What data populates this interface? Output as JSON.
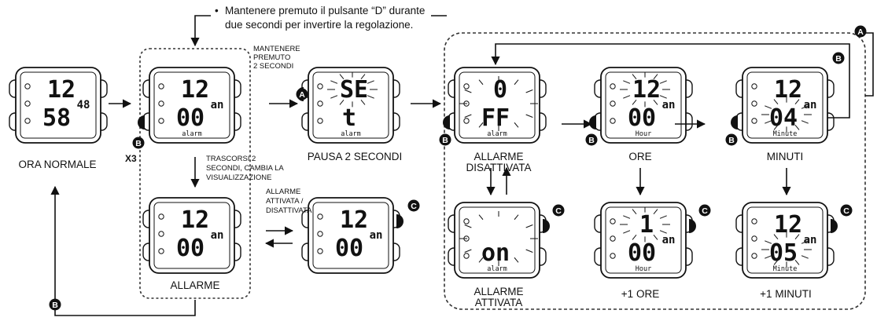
{
  "note": {
    "bullet": "•",
    "line1": "Mantenere premuto il pulsante “D” durante",
    "line2": "due secondi per invertire la regolazione."
  },
  "buttons": {
    "a": "A",
    "b": "B",
    "c": "C",
    "times3": "X3"
  },
  "steps": {
    "normal": "ORA NORMALE",
    "alarm": "ALLARME",
    "pause": "PAUSA 2 SECONDI",
    "hold": [
      "MANTENERE",
      "PREMUTO",
      "2 SECONDI"
    ],
    "after": [
      "TRASCORSI 2",
      "SECONDI, CAMBIA LA",
      "VISUALIZZAZIONE"
    ],
    "onoff": [
      "ALLARME",
      "ATTIVATA /",
      "DISATTIVATA"
    ],
    "alarm_off": [
      "ALLARME",
      "DISATTIVATA"
    ],
    "alarm_on": [
      "ALLARME",
      "ATTIVATA"
    ],
    "hours": "ORE",
    "minutes": "MINUTI",
    "plus_hours": "+1 ORE",
    "plus_minutes": "+1 MINUTI"
  },
  "displays": {
    "w1": {
      "top": "12",
      "bottom": "58",
      "side": "48",
      "sub": ""
    },
    "w2": {
      "top": "12",
      "bottom": "00",
      "side": "an",
      "sub": "alarm"
    },
    "w3": {
      "top": "12",
      "bottom": "00",
      "side": "an",
      "sub": ""
    },
    "w4": {
      "top": "SE",
      "bottom": "t",
      "side": "",
      "sub": "alarm"
    },
    "w5": {
      "top": "12",
      "bottom": "00",
      "side": "an",
      "sub": ""
    },
    "w6": {
      "top": "0",
      "bottom": "FF",
      "side": "",
      "sub": "alarm"
    },
    "w7": {
      "top": "",
      "bottom": "on",
      "side": "",
      "sub": "alarm"
    },
    "w8": {
      "top": "12",
      "bottom": "00",
      "side": "an",
      "sub": "Hour"
    },
    "w9": {
      "top": "1",
      "bottom": "00",
      "side": "an",
      "sub": "Hour"
    },
    "w10": {
      "top": "12",
      "bottom": "04",
      "side": "an",
      "sub": "Minute"
    },
    "w11": {
      "top": "12",
      "bottom": "05",
      "side": "an",
      "sub": "Minute"
    }
  }
}
